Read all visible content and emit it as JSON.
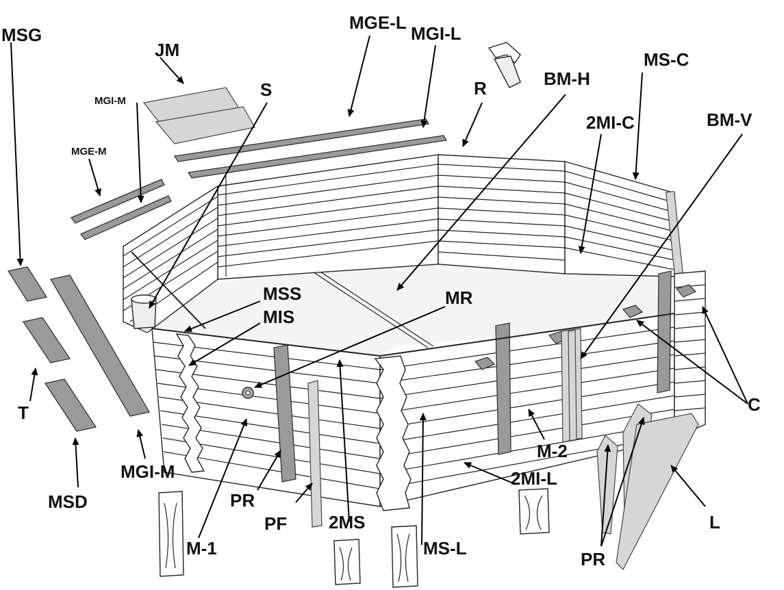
{
  "labels": {
    "msg": "MSG",
    "jm": "JM",
    "mgi_m_top": "MGI-M",
    "mge_m": "MGE-M",
    "s": "S",
    "mge_l": "MGE-L",
    "mgi_l": "MGI-L",
    "r": "R",
    "bm_h": "BM-H",
    "ms_c": "MS-C",
    "mi2_c": "2MI-C",
    "bm_v": "BM-V",
    "mss": "MSS",
    "mis": "MIS",
    "mr": "MR",
    "c": "C",
    "m2": "M-2",
    "mi2_l": "2MI-L",
    "t": "T",
    "mgi_m_bottom": "MGI-M",
    "msd": "MSD",
    "pr_left": "PR",
    "pf": "PF",
    "ms2": "2MS",
    "m1": "M-1",
    "ms_l": "MS-L",
    "l": "L",
    "pr_right": "PR"
  },
  "colors": {
    "plank_fill": "#ffffff",
    "post_fill": "#9a9a9a",
    "panel_fill": "#d6d6d6",
    "ink": "#111111"
  }
}
